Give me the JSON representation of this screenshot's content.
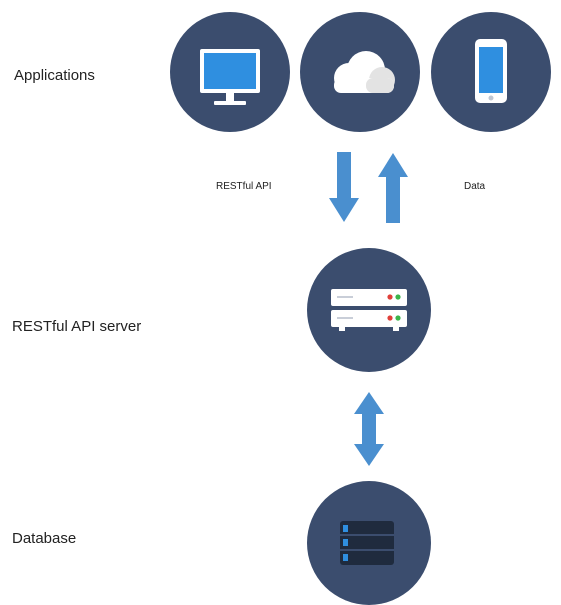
{
  "tiers": {
    "applications": "Applications",
    "server": "RESTful API server",
    "database": "Database"
  },
  "flows": {
    "request": "RESTful API",
    "response": "Data"
  },
  "icons": {
    "app_1": "monitor-icon",
    "app_2": "cloud-icon",
    "app_3": "smartphone-icon",
    "server": "server-rack-icon",
    "database": "database-storage-icon"
  },
  "colors": {
    "circle": "#3b4d6e",
    "arrow": "#4a8fcf",
    "screen": "#2f8fe0",
    "white": "#ffffff"
  }
}
